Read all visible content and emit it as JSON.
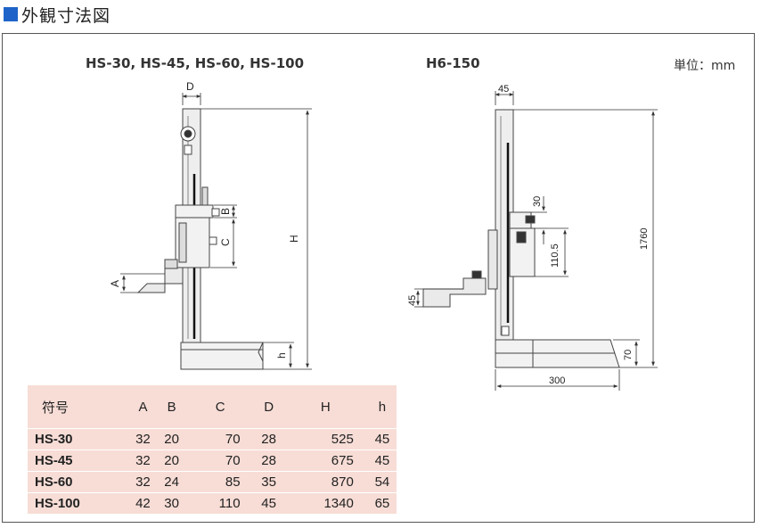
{
  "header": {
    "title": "外観寸法図",
    "accent_color": "#1e64c8"
  },
  "left_diagram": {
    "title": "HS-30, HS-45, HS-60, HS-100",
    "dims": {
      "D": "D",
      "B": "B",
      "C": "C",
      "H": "H",
      "A": "A",
      "h": "h"
    }
  },
  "right_diagram": {
    "title": "H6-150",
    "dims": {
      "width_top": "45",
      "d30": "30",
      "d110": "110.5",
      "d1760": "1760",
      "d45": "45",
      "d70": "70",
      "d300": "300"
    }
  },
  "unit_label": "単位：mm",
  "table": {
    "background": "#f7ddd6",
    "headers": [
      "符号",
      "A",
      "B",
      "C",
      "D",
      "H",
      "h"
    ],
    "rows": [
      [
        "HS-30",
        "32",
        "20",
        "70",
        "28",
        "525",
        "45"
      ],
      [
        "HS-45",
        "32",
        "20",
        "70",
        "28",
        "675",
        "45"
      ],
      [
        "HS-60",
        "32",
        "24",
        "85",
        "35",
        "870",
        "54"
      ],
      [
        "HS-100",
        "42",
        "30",
        "110",
        "45",
        "1340",
        "65"
      ]
    ]
  }
}
